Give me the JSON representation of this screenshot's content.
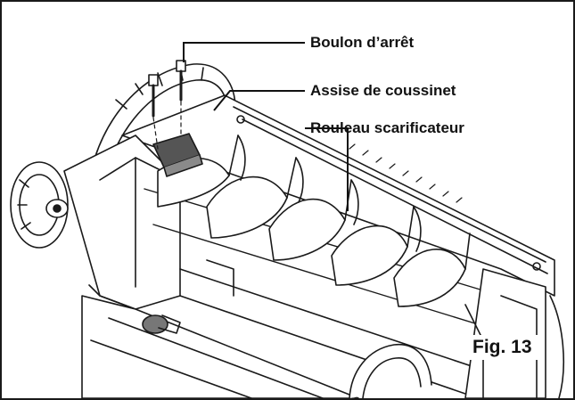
{
  "labels": {
    "stop_bolt": "Boulon d’arrêt",
    "bearing_seat": "Assise de coussinet",
    "scarifier_roller": "Rouleau scarificateur"
  },
  "caption": "Fig. 13"
}
